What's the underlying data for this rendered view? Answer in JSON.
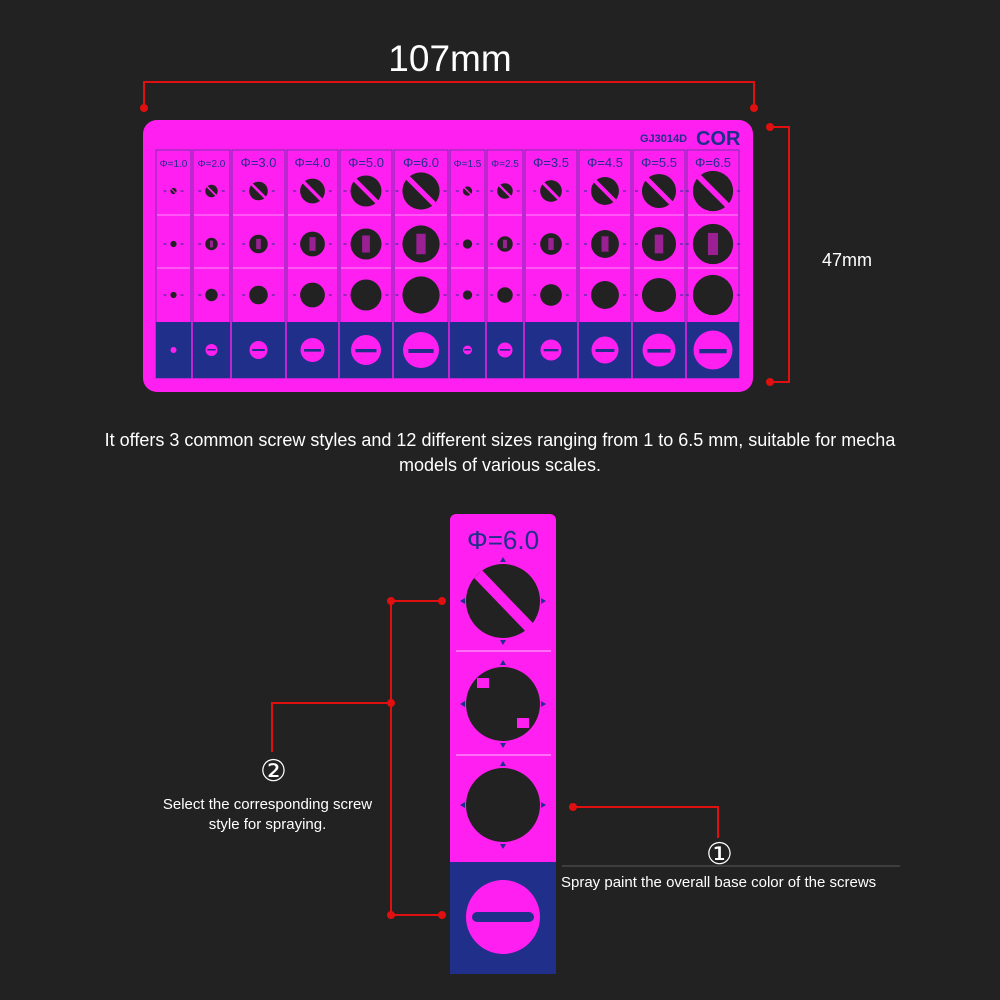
{
  "dimensions": {
    "width": "107mm",
    "height": "47mm"
  },
  "product_code": "GJ3014D",
  "brand": "COR",
  "columns": [
    {
      "label": "Φ=1.0",
      "size": 1.0
    },
    {
      "label": "Φ=2.0",
      "size": 2.0
    },
    {
      "label": "Φ=3.0",
      "size": 3.0
    },
    {
      "label": "Φ=4.0",
      "size": 4.0
    },
    {
      "label": "Φ=5.0",
      "size": 5.0
    },
    {
      "label": "Φ=6.0",
      "size": 6.0
    },
    {
      "label": "Φ=1.5",
      "size": 1.5
    },
    {
      "label": "Φ=2.5",
      "size": 2.5
    },
    {
      "label": "Φ=3.5",
      "size": 3.5
    },
    {
      "label": "Φ=4.5",
      "size": 4.5
    },
    {
      "label": "Φ=5.5",
      "size": 5.5
    },
    {
      "label": "Φ=6.5",
      "size": 6.5
    }
  ],
  "caption": "It offers 3 common screw styles and 12 different sizes ranging from 1 to 6.5 mm, suitable for mecha models of various scales.",
  "detail_strip": {
    "label": "Φ=6.0"
  },
  "steps": [
    {
      "number": "①",
      "text": "Spray paint the overall base color of the screws"
    },
    {
      "number": "②",
      "text": "Select the corresponding screw style for spraying."
    }
  ],
  "colors": {
    "background": "#222222",
    "stencil_pink": "#ff1ff0",
    "screw_blue": "#1f2f8a",
    "annotation_red": "#e01010"
  }
}
